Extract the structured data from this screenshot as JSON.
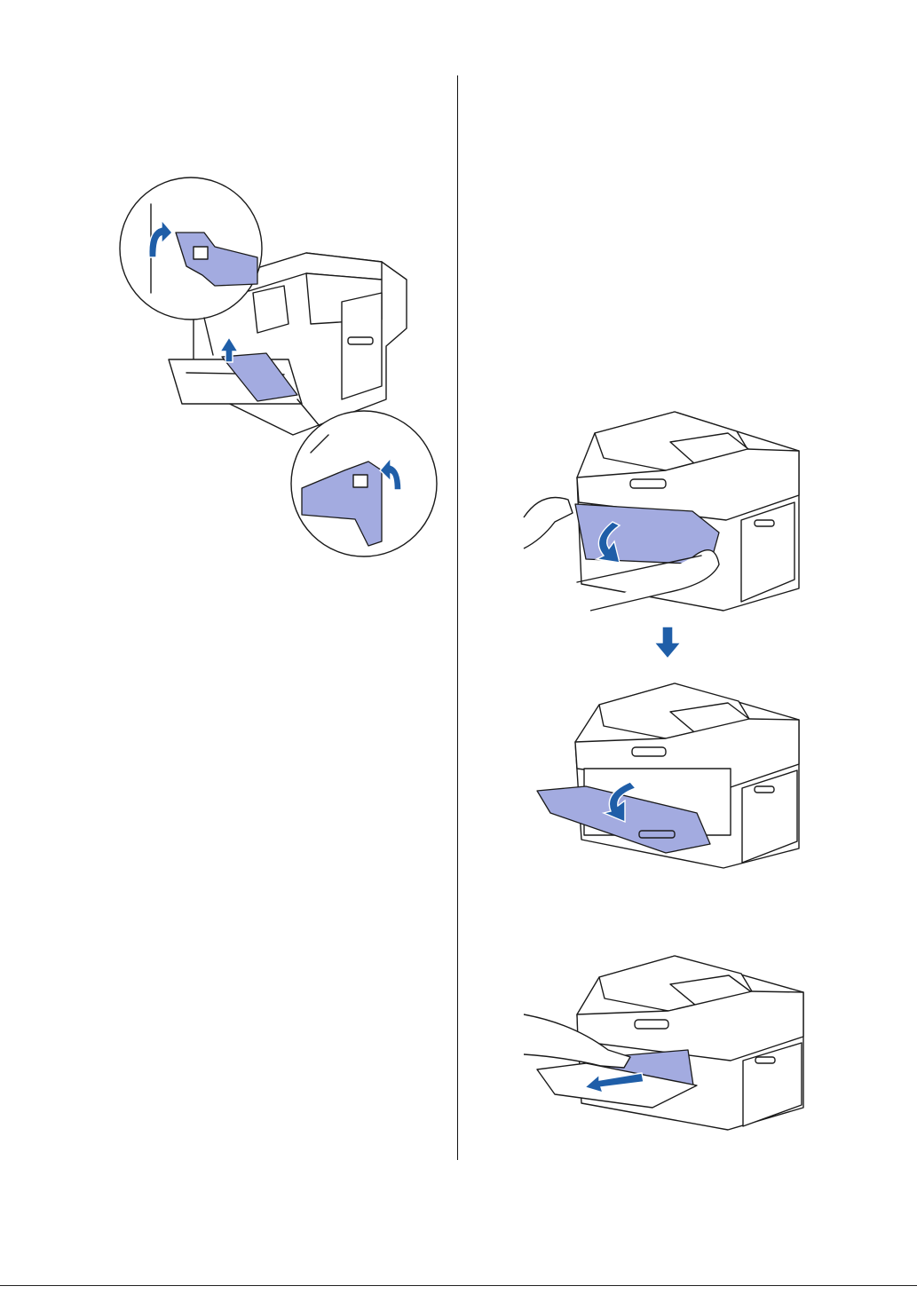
{
  "page": {
    "illustrations": [
      {
        "id": "rear-fuser-levers",
        "icon": "printer-rear-cover-open-icon"
      },
      {
        "id": "open-front-cover",
        "icon": "hands-opening-front-cover-icon"
      },
      {
        "id": "front-cover-opened",
        "icon": "printer-front-cover-opened-icon"
      },
      {
        "id": "remove-drum",
        "icon": "hand-removing-drum-unit-icon"
      }
    ],
    "step_arrow_icon": "down-arrow-icon"
  },
  "colors": {
    "part_highlight": "#a3abe0",
    "arrow_blue": "#1f5ea8",
    "line": "#1a1a1a"
  }
}
